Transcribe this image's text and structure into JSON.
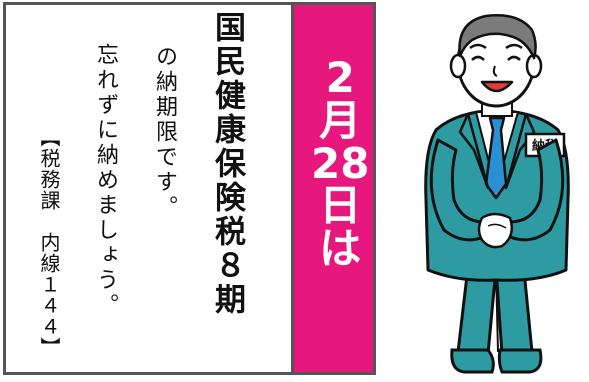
{
  "notice": {
    "headline": "国民健康保険税８期",
    "body_lines": [
      "の納期限です。",
      "忘れずに納めましょう。"
    ],
    "contact": "【税務課　内線１４４】",
    "due_date": "2月28日は"
  },
  "illustration": {
    "badge_label": "納税"
  },
  "colors": {
    "accent": "#e6187e",
    "suit": "#2e9aa2",
    "tie": "#2b8fd3",
    "border": "#555555"
  }
}
